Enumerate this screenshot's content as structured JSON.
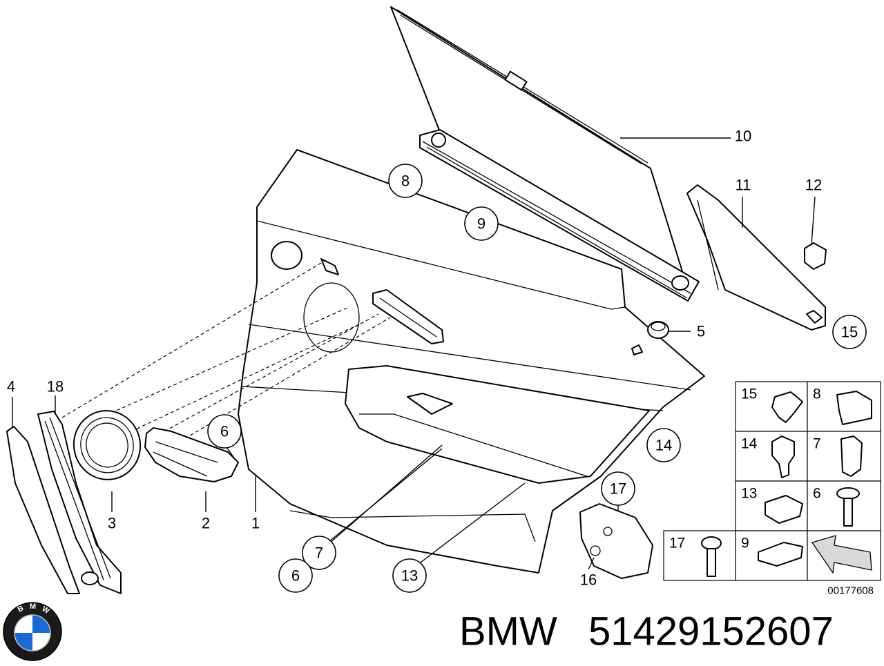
{
  "diagram": {
    "drawing_number": "00177608",
    "brand": "BMW",
    "part_number": "51429152607",
    "logo": {
      "letters": "BMW",
      "colors": {
        "blue": "#1c69d4",
        "ring": "#1a1a1a",
        "white": "#ffffff"
      }
    },
    "callouts": [
      "8",
      "9",
      "6",
      "7",
      "6",
      "13",
      "14",
      "15",
      "17"
    ],
    "labels": [
      "10",
      "11",
      "12",
      "5",
      "4",
      "18",
      "3",
      "2",
      "1",
      "16"
    ],
    "legend": [
      "15",
      "8",
      "14",
      "7",
      "13",
      "6",
      "17",
      "9"
    ]
  }
}
